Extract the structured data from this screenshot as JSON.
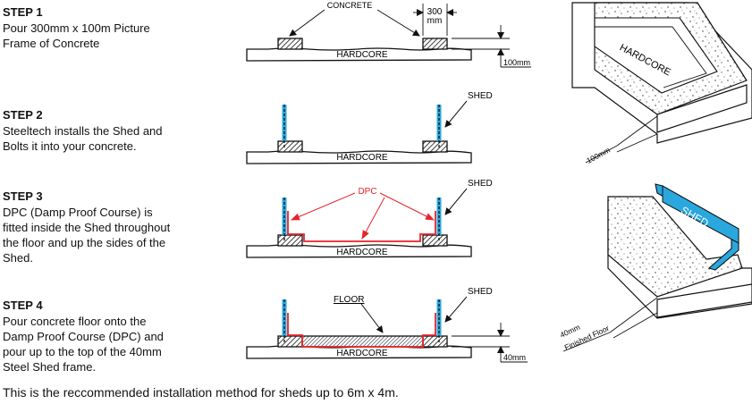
{
  "steps": [
    {
      "title": "STEP 1",
      "lines": [
        "Pour 300mm x 100m Picture",
        "Frame of Concrete"
      ]
    },
    {
      "title": "STEP 2",
      "lines": [
        "Steeltech installs the Shed and",
        "Bolts it into your concrete."
      ]
    },
    {
      "title": "STEP 3",
      "lines": [
        "DPC (Damp Proof Course) is",
        "fitted inside the Shed throughout",
        "the floor and up the sides of the",
        "Shed."
      ]
    },
    {
      "title": "STEP 4",
      "lines": [
        "Pour concrete floor onto the",
        "Damp Proof Course (DPC) and",
        "pour up to the top of the 40mm",
        "Steel Shed frame."
      ]
    }
  ],
  "labels": {
    "hardcore": "HARDCORE",
    "concrete": "CONCRETE",
    "dim_300": "300",
    "dim_300_unit": "mm",
    "dim_100mm": "100mm",
    "shed": "SHED",
    "dpc": "DPC",
    "floor": "FLOOR",
    "dim_40mm": "40mm",
    "iso_hardcore": "HARDCORE",
    "iso_100mm": "100mm",
    "iso_shed": "SHED",
    "iso_40mm": "40mm",
    "iso_finished_floor": "Finished Floor"
  },
  "footer": "This is the reccommended installation method for sheds up to 6m x 4m.",
  "colors": {
    "dpc": "#e8232a",
    "shed": "#2aa8de",
    "ink": "#111111"
  }
}
